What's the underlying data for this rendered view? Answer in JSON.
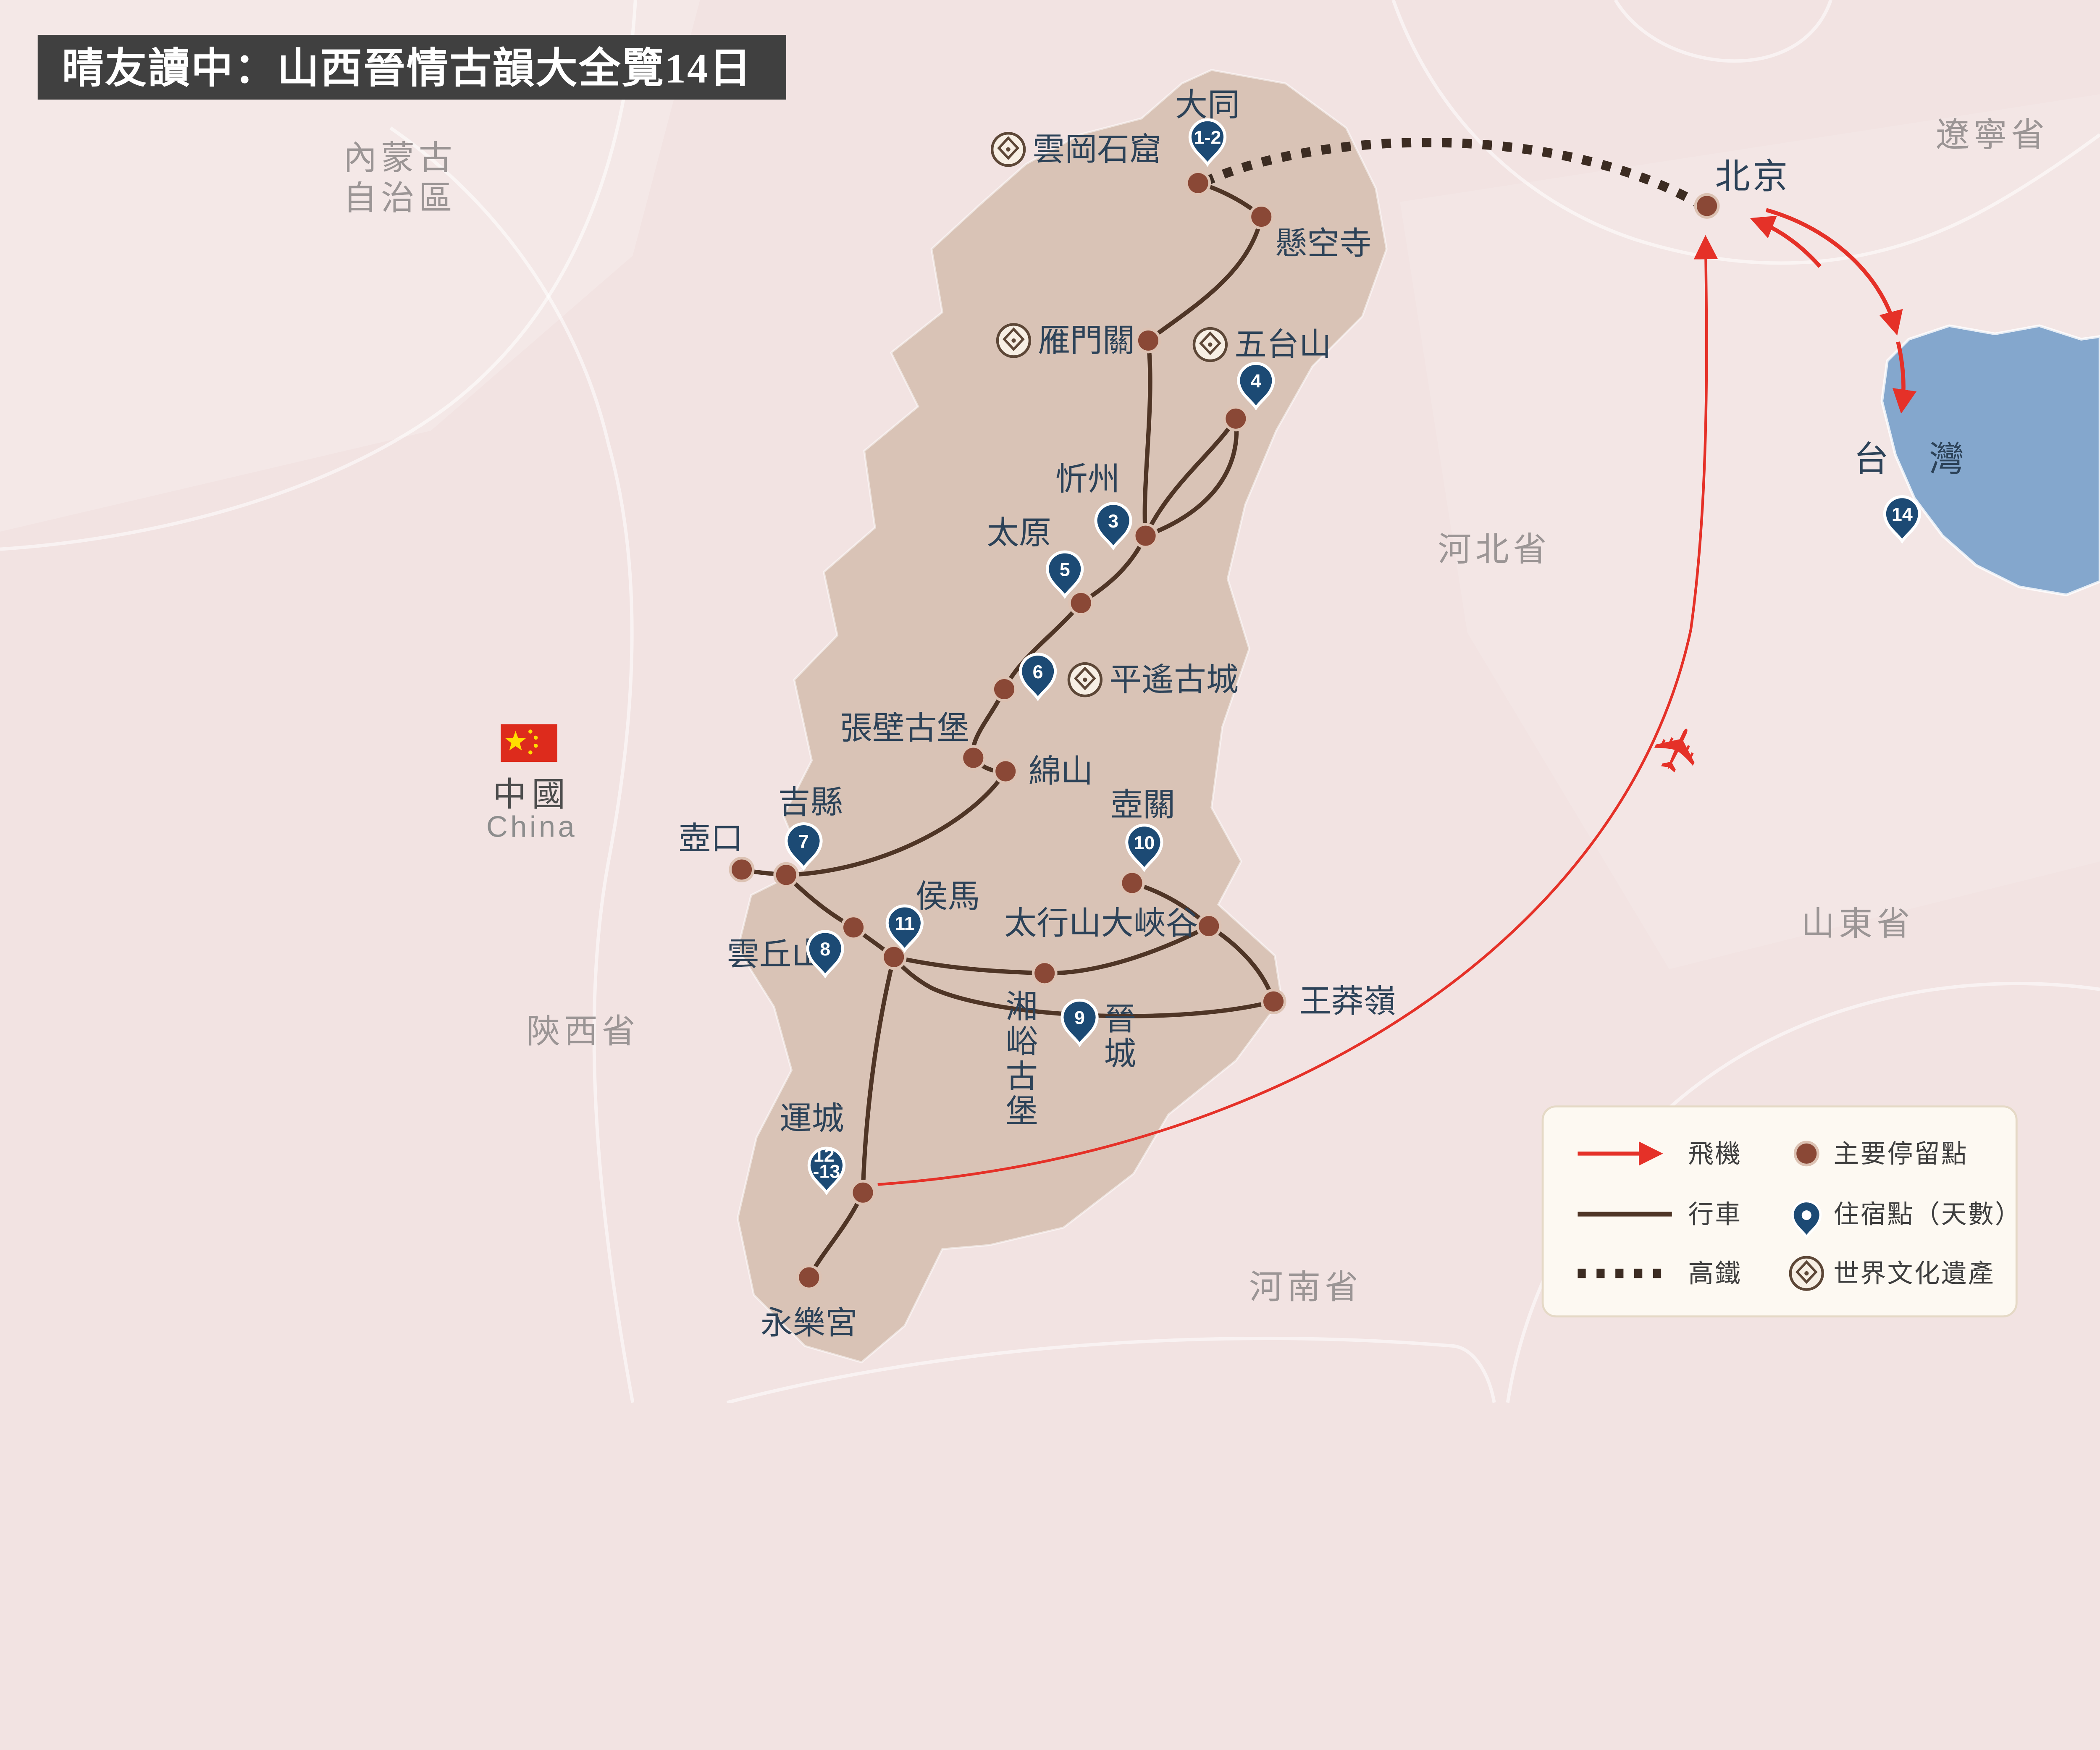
{
  "title": "晴友讀中：山西晉情古韻大全覽14日",
  "country": {
    "label_zh": "中國",
    "label_en": "China"
  },
  "regions": {
    "inner_mongolia_line1": "內蒙古",
    "inner_mongolia_line2": "自治區",
    "liaoning": "遼寧省",
    "hebei": "河北省",
    "shandong": "山東省",
    "shaanxi": "陝西省",
    "henan": "河南省",
    "beijing": "北京",
    "taiwan": "台　灣"
  },
  "stops": {
    "datong": {
      "label": "大同",
      "days": "1-2"
    },
    "yungang": {
      "label": "雲岡石窟"
    },
    "xuankong": {
      "label": "懸空寺"
    },
    "yanmen": {
      "label": "雁門關"
    },
    "wutai": {
      "label": "五台山",
      "days": "4"
    },
    "xinzhou": {
      "label": "忻州",
      "days": "3"
    },
    "taiyuan": {
      "label": "太原",
      "days": "5"
    },
    "pingyao": {
      "label": "平遙古城",
      "days": "6"
    },
    "zhangbi": {
      "label": "張壁古堡"
    },
    "mianshan": {
      "label": "綿山"
    },
    "jixian": {
      "label": "吉縣",
      "days": "7"
    },
    "hukou": {
      "label": "壺口"
    },
    "yunqiu": {
      "label": "雲丘山",
      "days": "8"
    },
    "houma": {
      "label": "侯馬",
      "days": "11"
    },
    "huguan": {
      "label": "壺關",
      "days": "10"
    },
    "taihang": {
      "label": "太行山大峽谷"
    },
    "wangmang": {
      "label": "王莽嶺"
    },
    "xiangyu": {
      "label": "湘峪古堡"
    },
    "jincheng": {
      "label": "晉城",
      "days": "9"
    },
    "yuncheng": {
      "label": "運城",
      "days_line1": "12",
      "days_line2": "-13"
    },
    "yongle": {
      "label": "永樂宮"
    },
    "taiwan": {
      "days": "14"
    }
  },
  "legend": {
    "flight": "飛機",
    "drive": "行車",
    "rail": "高鐵",
    "main_stop": "主要停留點",
    "lodging": "住宿點（天數）",
    "heritage": "世界文化遺產"
  },
  "icons": {
    "plane": "✈"
  },
  "colors": {
    "flight_red": "#e53128",
    "route_brown": "#4f3526",
    "rail_dark": "#3c2c22",
    "lodging_navy": "#1c4a74",
    "stop_dot_brown": "#8a4836",
    "shanxi_fill": "#d9c3b6",
    "taiwan_blue": "#84a7cd",
    "background_pink": "#f2e3e2"
  }
}
